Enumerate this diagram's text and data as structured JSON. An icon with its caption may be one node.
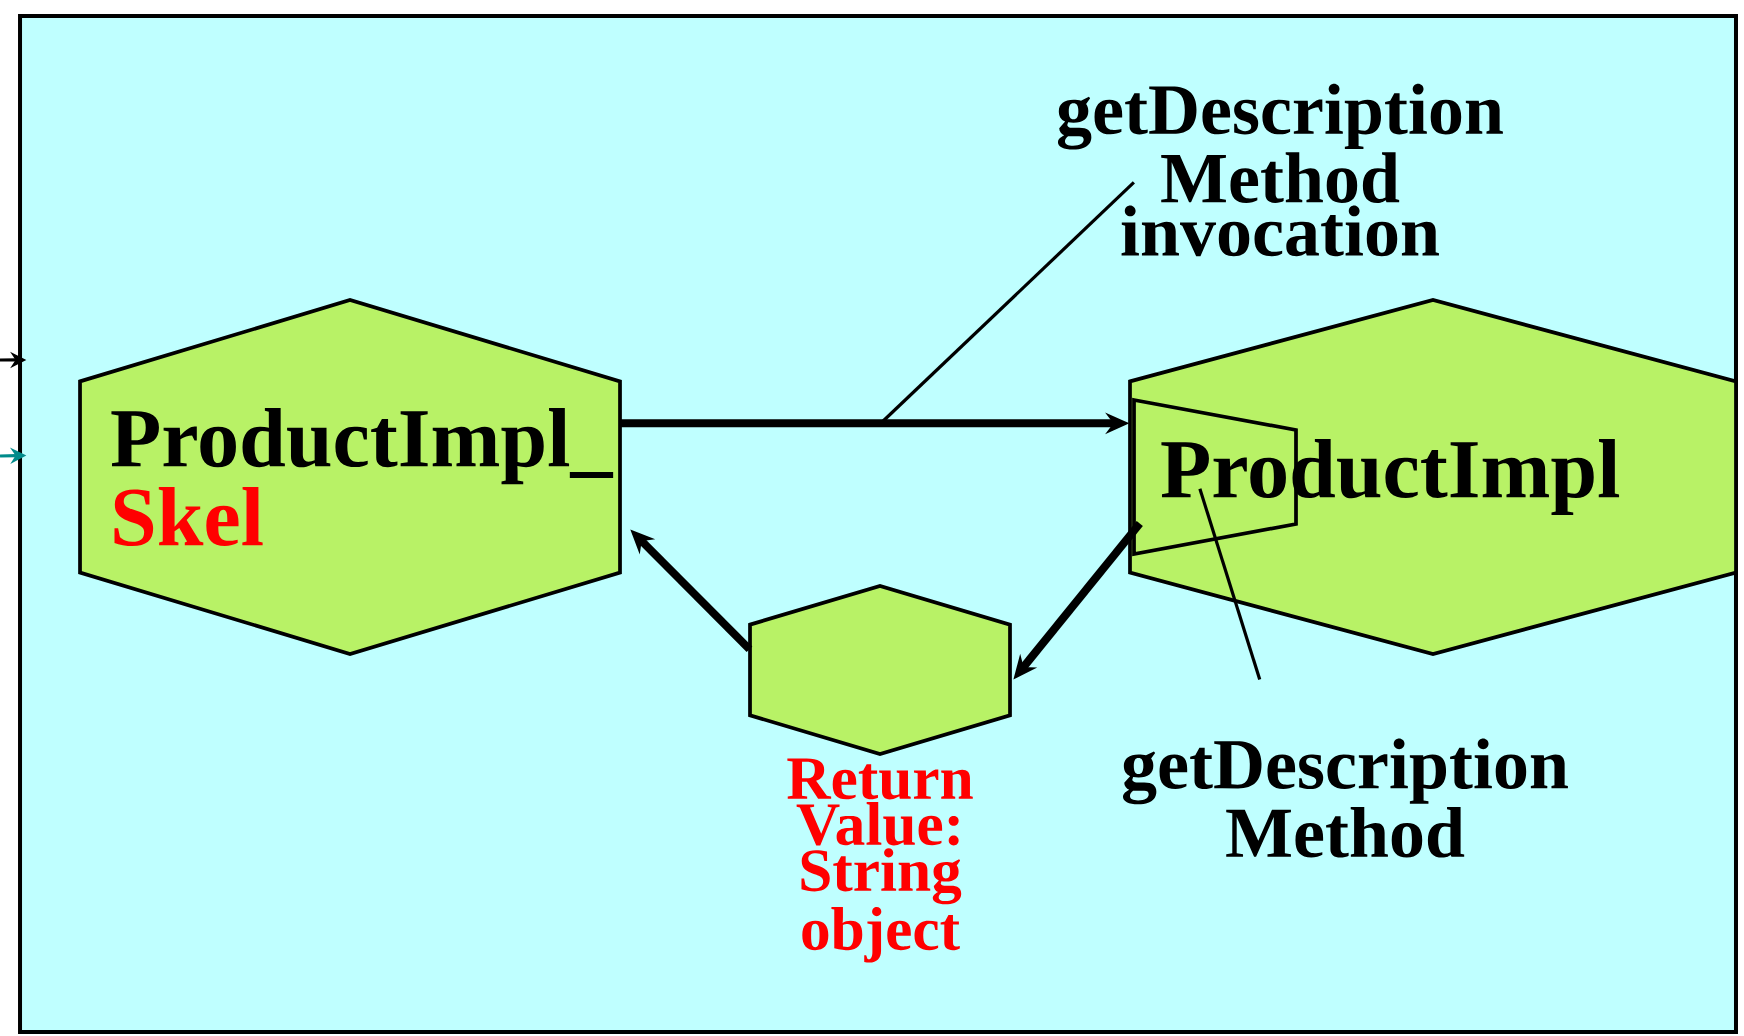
{
  "diagram": {
    "nodes": [
      {
        "text": [],
        "shape": "box"
      },
      {
        "text": [
          "ProductImpl_",
          "Skel"
        ],
        "in": 0
      },
      {
        "text": [
          "ProductImpl"
        ],
        "in": 0
      },
      {
        "text": [],
        "shape": "trapezoid",
        "in": 2
      },
      {
        "text": [],
        "shape": "hexagon",
        "in": 0,
        "beside": [
          "Return Value: String object"
        ]
      },
      {
        "text": [
          "getDescription Method invocation"
        ],
        "in": 0
      },
      {
        "text": [
          "getDescription Method"
        ],
        "in": 0
      }
    ],
    "edges": [
      {
        "from": 1,
        "to": 2,
        "arrow": "to",
        "style": "thick"
      },
      {
        "from": 2,
        "to": 4,
        "arrow": "to",
        "style": "thick"
      },
      {
        "from": 4,
        "to": 1,
        "arrow": "to",
        "style": "thick"
      },
      {
        "from": 5,
        "to": null,
        "arrow": "none"
      },
      {
        "from": 6,
        "to": 3,
        "arrow": "none"
      },
      {
        "from": null,
        "to": 0,
        "arrow": "to"
      },
      {
        "from": null,
        "to": 0,
        "arrow": "to",
        "color": "#008b8b"
      }
    ]
  }
}
